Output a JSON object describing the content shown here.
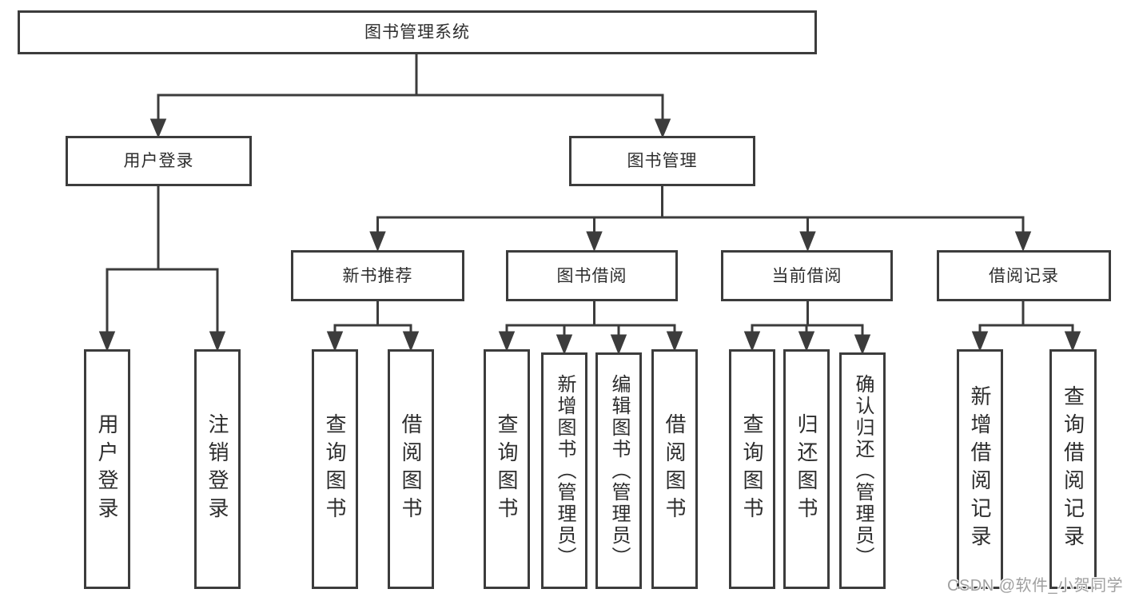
{
  "diagram_title": "图书管理系统",
  "tree": {
    "label": "图书管理系统",
    "children": [
      {
        "label": "用户登录",
        "children": [
          {
            "label": "用户登录"
          },
          {
            "label": "注销登录"
          }
        ]
      },
      {
        "label": "图书管理",
        "children": [
          {
            "label": "新书推荐",
            "children": [
              {
                "label": "查询图书"
              },
              {
                "label": "借阅图书"
              }
            ]
          },
          {
            "label": "图书借阅",
            "children": [
              {
                "label": "查询图书"
              },
              {
                "label": "新增图书（管理员）"
              },
              {
                "label": "编辑图书（管理员）"
              },
              {
                "label": "借阅图书"
              }
            ]
          },
          {
            "label": "当前借阅",
            "children": [
              {
                "label": "查询图书"
              },
              {
                "label": "归还图书"
              },
              {
                "label": "确认归还（管理员）"
              }
            ]
          },
          {
            "label": "借阅记录",
            "children": [
              {
                "label": "新增借阅记录"
              },
              {
                "label": "查询借阅记录"
              }
            ]
          }
        ]
      }
    ]
  },
  "watermark": {
    "text": "CSDN @软件_小贺同学"
  },
  "colors": {
    "line": "#3c3c3c",
    "box_border": "#3c3c3c",
    "text": "#2d2d2d",
    "watermark": "#a0a0a0",
    "background": "#ffffff"
  }
}
